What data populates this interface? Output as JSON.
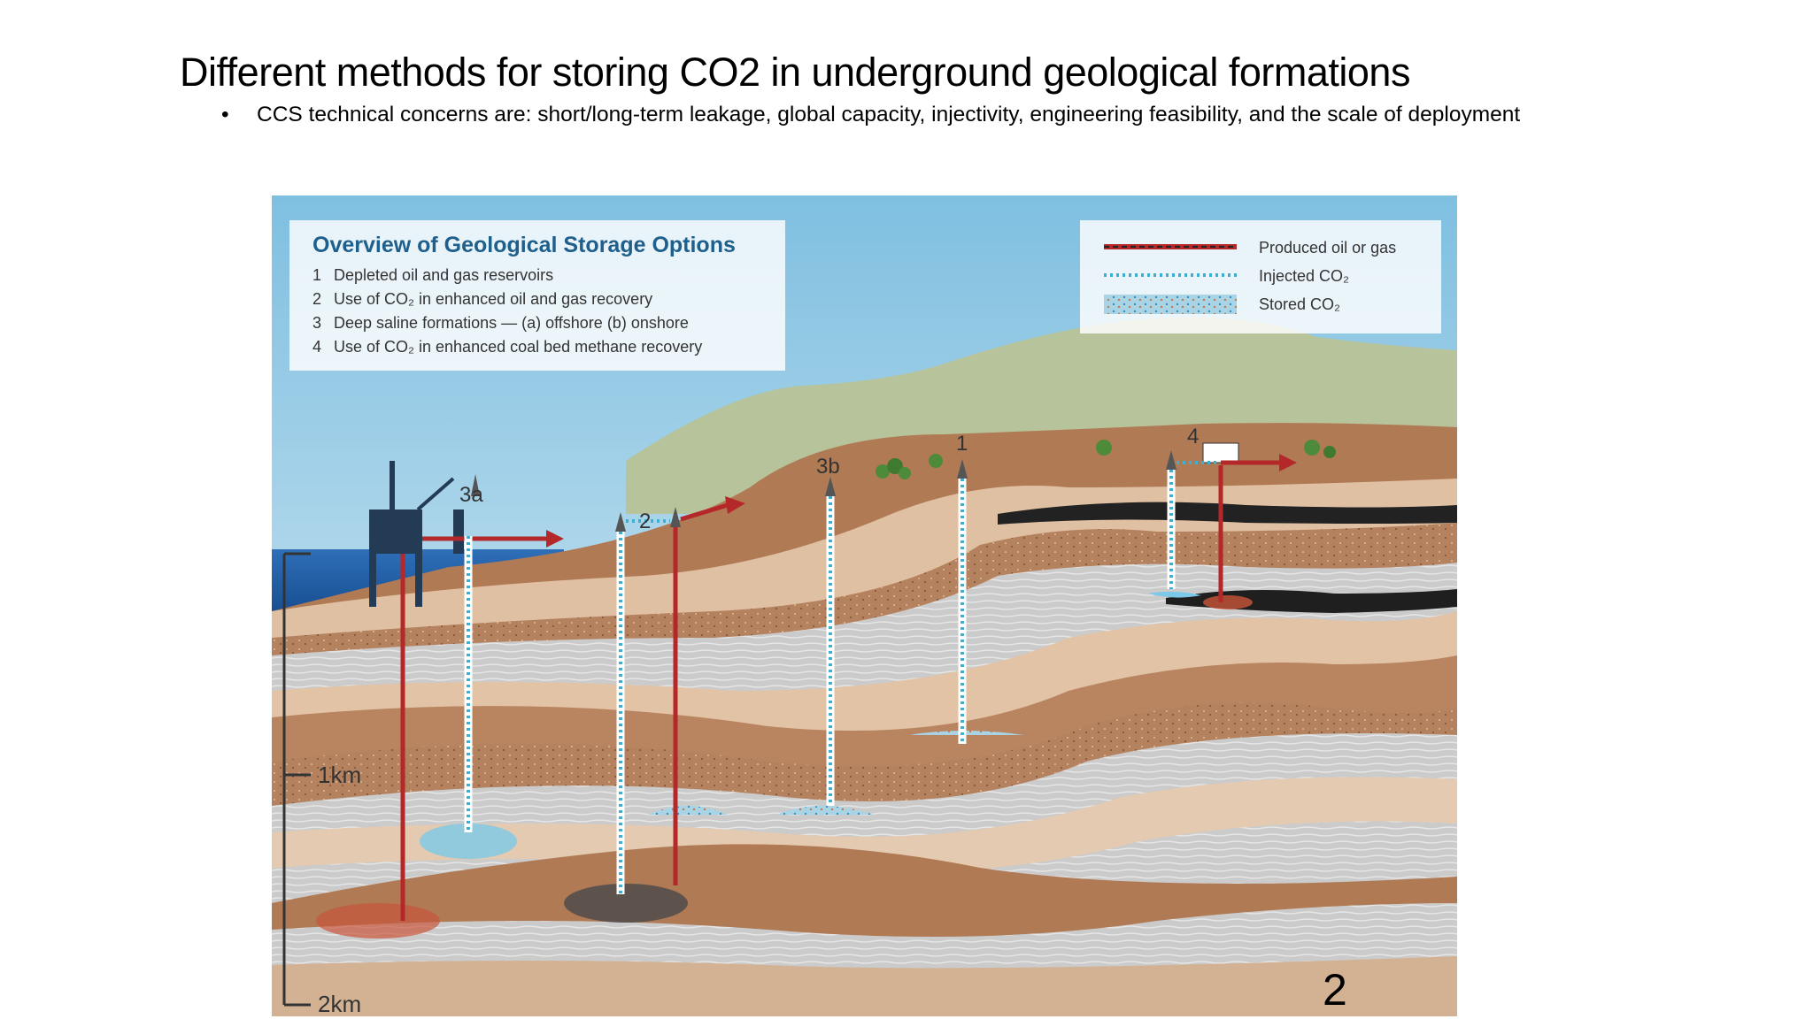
{
  "slide": {
    "title": "Different methods for storing CO2 in underground geological formations",
    "bullet": "CCS technical concerns are: short/long-term leakage, global capacity, injectivity, engineering feasibility, and the scale of deployment",
    "page_number": "2"
  },
  "diagram": {
    "overview_box": {
      "title": "Overview of Geological Storage Options",
      "items": [
        {
          "num": "1",
          "text": "Depleted oil and gas reservoirs"
        },
        {
          "num": "2",
          "text": "Use of CO₂ in enhanced oil and gas recovery"
        },
        {
          "num": "3",
          "text": "Deep saline formations — (a) offshore (b) onshore"
        },
        {
          "num": "4",
          "text": "Use of CO₂ in enhanced coal bed methane recovery"
        }
      ]
    },
    "legend": [
      {
        "label": "Produced oil or gas",
        "color": "#b5282a"
      },
      {
        "label": "Injected CO₂",
        "color": "#3bb0d0"
      },
      {
        "label": "Stored CO₂",
        "color": "#6ab8d8"
      }
    ],
    "site_labels": {
      "s3a": "3a",
      "s2": "2",
      "s3b": "3b",
      "s1": "1",
      "s4": "4"
    },
    "depth_labels": {
      "d1": "1km",
      "d2": "2km"
    },
    "colors": {
      "sky": "#9fd0e8",
      "sea": "#1f5fa8",
      "hill": "#b7c39a",
      "brown": "#b07a55",
      "tan": "#e2c3a6",
      "grey": "#cfcfcf",
      "oil_red": "#b5282a",
      "co2_blue": "#3bb0d0"
    }
  }
}
